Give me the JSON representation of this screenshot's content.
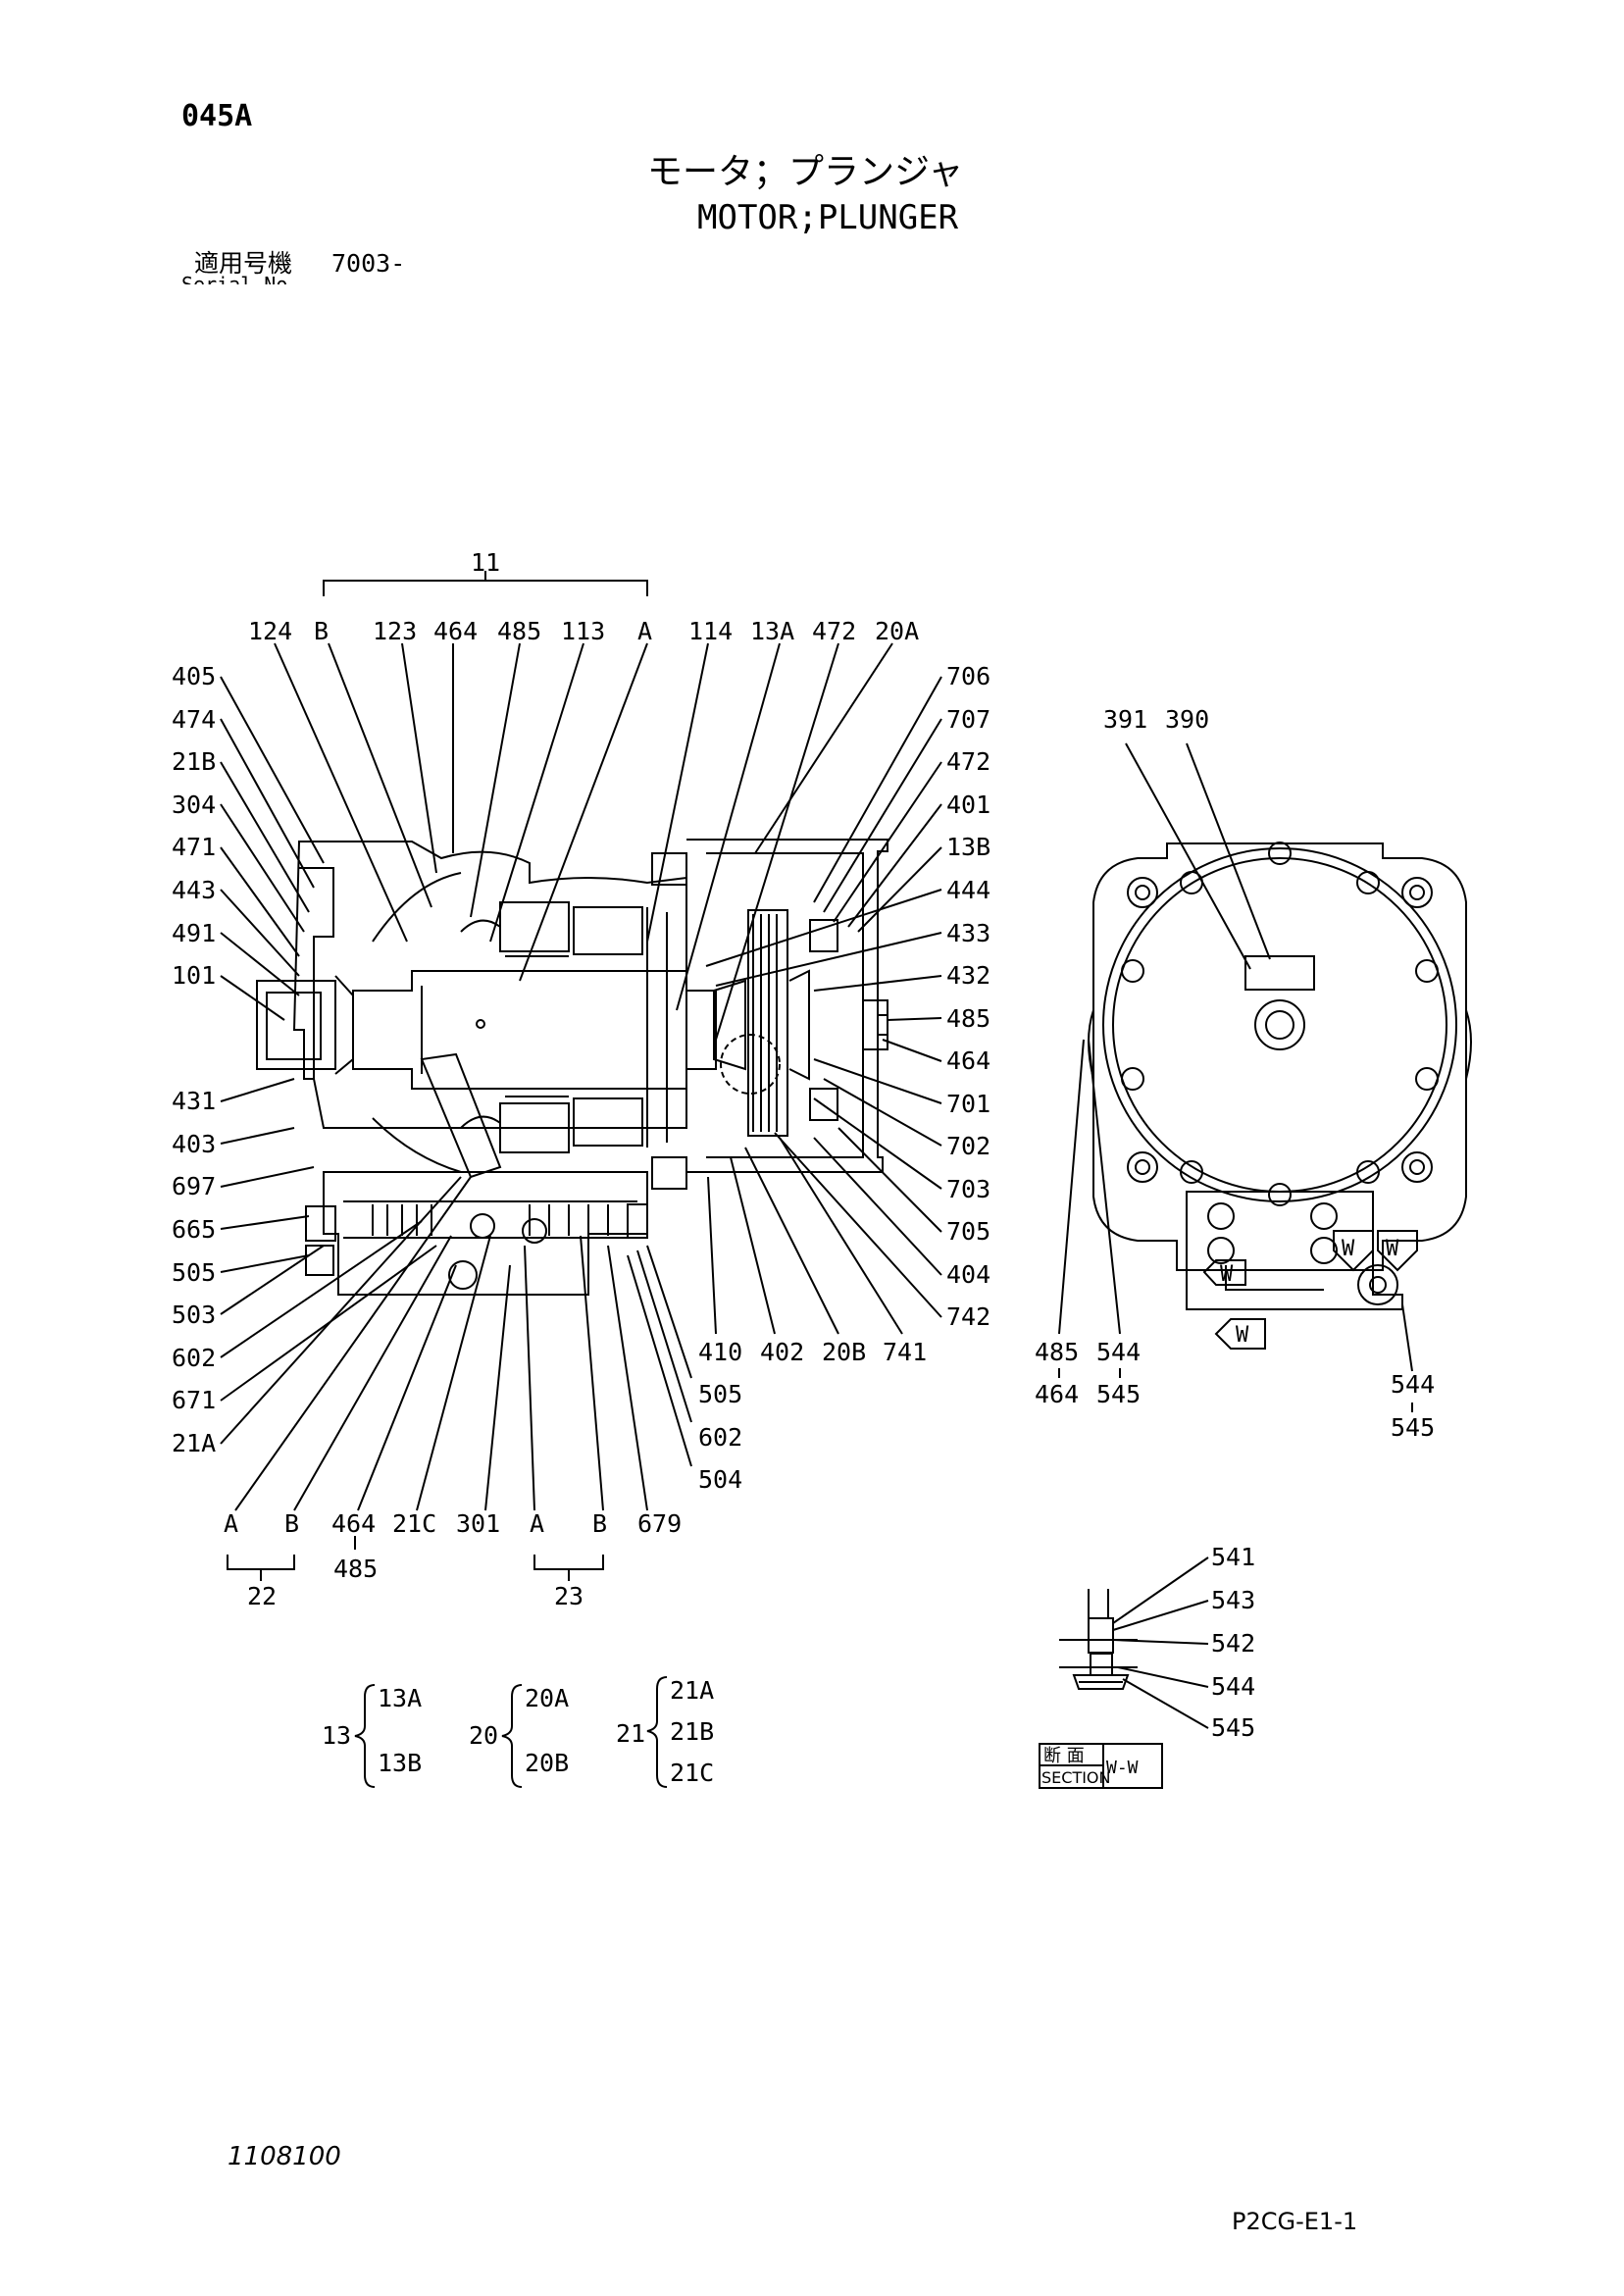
{
  "header": {
    "code": "045A",
    "title_jp": "モータ；プランジャ",
    "title_en": "MOTOR;PLUNGER",
    "serial_label_jp": "適用号機",
    "serial_value": "7003-",
    "serial_label_en": "Serial No."
  },
  "callouts": {
    "top": [
      "124",
      "B",
      "123",
      "464",
      "485",
      "113",
      "A",
      "114",
      "13A",
      "472",
      "20A"
    ],
    "group_top": "11",
    "left": [
      "405",
      "474",
      "21B",
      "304",
      "471",
      "443",
      "491",
      "101",
      "431",
      "403",
      "697",
      "665",
      "505",
      "503",
      "602",
      "671",
      "21A"
    ],
    "right": [
      "706",
      "707",
      "472",
      "401",
      "13B",
      "444",
      "433",
      "432",
      "485",
      "464",
      "701",
      "702",
      "703",
      "705",
      "404",
      "742"
    ],
    "bottom_row1": [
      "410",
      "402",
      "20B",
      "741"
    ],
    "bottom_right": [
      "505",
      "602",
      "504"
    ],
    "bottom_row2": [
      "A",
      "B",
      "464",
      "21C",
      "301",
      "A",
      "B",
      "679"
    ],
    "bottom_485": "485",
    "group_22": "22",
    "group_23": "23",
    "end_view": {
      "top": [
        "391",
        "390"
      ],
      "bottom_left": [
        "485",
        "464",
        "544",
        "545"
      ],
      "bottom_right": [
        "544",
        "545"
      ],
      "section_marker": "W"
    },
    "section_view": {
      "labels": [
        "541",
        "543",
        "542",
        "544",
        "545"
      ],
      "stamp_jp": "断 面",
      "stamp_en": "SECTION",
      "stamp_ref": "W-W"
    }
  },
  "legend": {
    "groups": [
      {
        "id": "13",
        "items": [
          "13A",
          "13B"
        ]
      },
      {
        "id": "20",
        "items": [
          "20A",
          "20B"
        ]
      },
      {
        "id": "21",
        "items": [
          "21A",
          "21B",
          "21C"
        ]
      }
    ]
  },
  "footer": {
    "drawing_no": "1108100",
    "page_id": "P2CG-E1-1"
  }
}
